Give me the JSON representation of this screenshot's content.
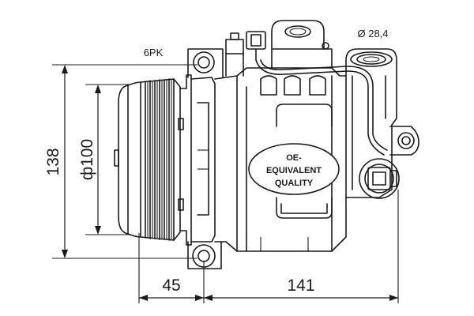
{
  "drawing": {
    "belt_profile": "6PK",
    "port_diameter": "Ø 28,4",
    "height_dim": "138",
    "pulley_diameter": "ф100",
    "pulley_offset": "45",
    "body_length": "141",
    "badge_lines": [
      "OE-",
      "EQUIVALENT",
      "QUALITY"
    ]
  }
}
